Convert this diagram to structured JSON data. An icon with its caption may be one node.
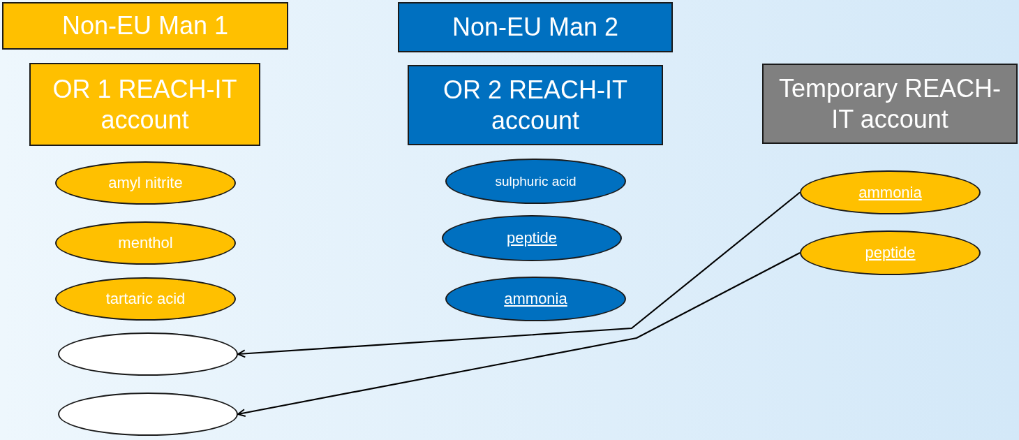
{
  "diagram": {
    "nodes": [
      {
        "text": [
          "Non-EU Man 1"
        ]
      },
      {
        "text": [
          "OR 1 REACH-IT account"
        ]
      },
      {
        "text": [
          "Non-EU Man 2"
        ]
      },
      {
        "text": [
          "OR 2 REACH-IT account"
        ]
      },
      {
        "text": [
          "Temporary REACH-IT account"
        ]
      },
      {
        "text": [
          "amyl nitrite"
        ]
      },
      {
        "text": [
          "menthol"
        ]
      },
      {
        "text": [
          "tartaric acid"
        ]
      },
      {
        "text": [],
        "shape": "circle"
      },
      {
        "text": [],
        "shape": "circle"
      },
      {
        "text": [
          "sulphuric acid"
        ]
      },
      {
        "text": [
          "peptide"
        ]
      },
      {
        "text": [
          "ammonia"
        ]
      },
      {
        "text": [
          "ammonia"
        ]
      },
      {
        "text": [
          "peptide"
        ]
      }
    ],
    "edges": [
      {
        "from": 13,
        "to": 8,
        "arrow": "to"
      },
      {
        "from": 14,
        "to": 9,
        "arrow": "to"
      }
    ]
  }
}
